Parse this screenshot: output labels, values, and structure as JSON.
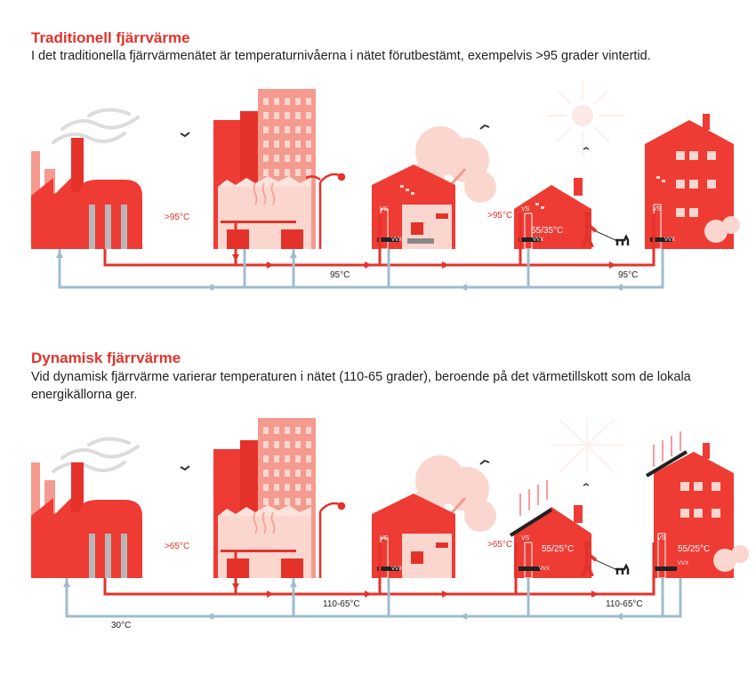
{
  "colors": {
    "accent_red": "#e4322b",
    "house_red": "#ee3b34",
    "light_red": "#f49a8e",
    "pale_red": "#fbd6cf",
    "pipe_blue": "#9fbccf",
    "pipe_red": "#e4322b"
  },
  "traditional": {
    "title": "Traditionell fjärrvärme",
    "description": "I det traditionella fjärrvärmenätet är temperaturnivåerna i nätet förutbestämt, exempelvis >95 grader vintertid.",
    "labels": {
      "supply_left": ">95°C",
      "supply_mid": ">95°C",
      "pipe_1": "95°C",
      "pipe_2": "95°C",
      "house_temp": "55/35°C",
      "vs_1": "VS",
      "vs_2": "VS",
      "vs_3": "VS",
      "vvx_1": "VVX",
      "vvx_2": "VVX",
      "vvx_3": "VVX"
    }
  },
  "dynamic": {
    "title": "Dynamisk fjärrvärme",
    "description": "Vid dynamisk fjärrvärme varierar temperaturen i nätet (110-65 grader), beroende på det värmetillskott som de lokala energikällorna ger.",
    "labels": {
      "supply_left": ">65°C",
      "supply_mid": ">65°C",
      "pipe_1": "110-65°C",
      "pipe_2": "110-65°C",
      "return": "30°C",
      "house_temp": "55/25°C",
      "apartment_temp": "55/25°C",
      "vs_1": "VS",
      "vs_2": "VS",
      "vs_3": "VS",
      "vvx_1": "VVX",
      "vvx_2": "VVX",
      "vvx_3": "VVX"
    }
  }
}
